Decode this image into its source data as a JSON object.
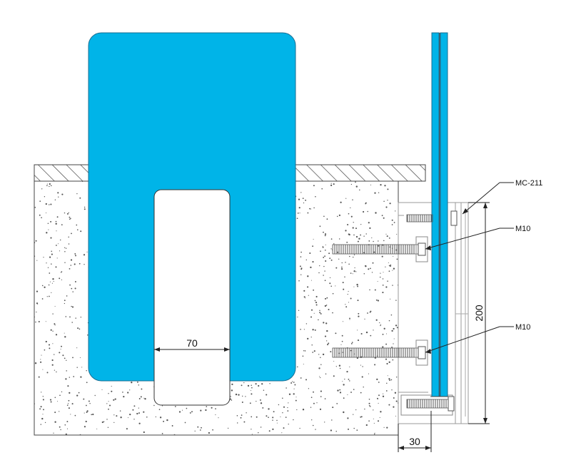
{
  "colors": {
    "glass": "#00b4e8",
    "line": "#333333",
    "concrete_dot": "#555555",
    "hatch": "#444444",
    "background": "#ffffff"
  },
  "dimensions": {
    "gap_width": "70",
    "profile_height": "200",
    "profile_depth": "30"
  },
  "callouts": {
    "profile": "MC-211",
    "bolt_upper": "M10",
    "bolt_lower": "M10"
  }
}
